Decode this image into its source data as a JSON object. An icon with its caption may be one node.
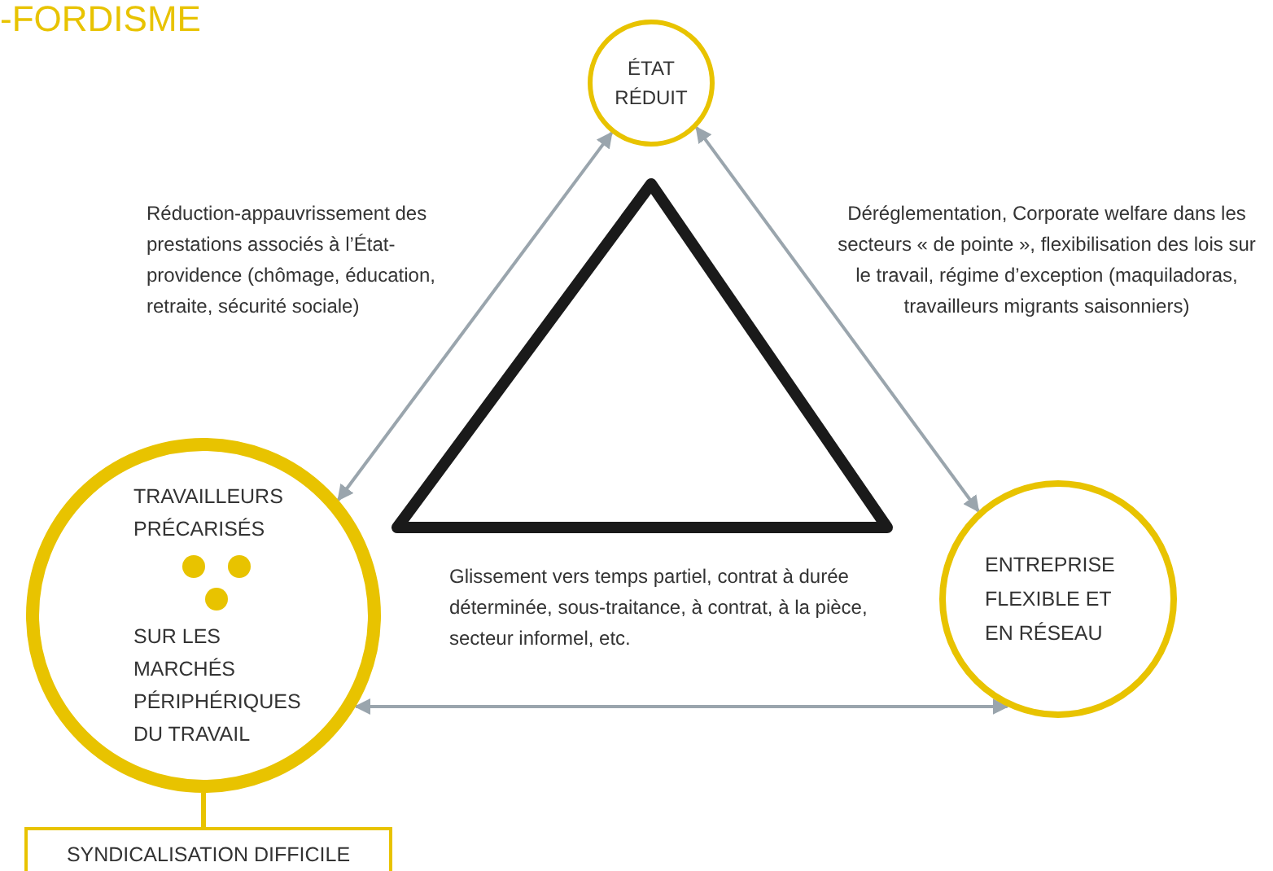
{
  "diagram": {
    "title": "-FORDISME",
    "nodes": [
      {
        "text": [
          "ÉTAT RÉDUIT"
        ]
      },
      {
        "text": [
          "TRAVAILLEURS PRÉCARISÉS",
          "SUR LES MARCHÉS PÉRIPHÉRIQUES DU TRAVAIL"
        ]
      },
      {
        "text": [
          "ENTREPRISE FLEXIBLE ET EN RÉSEAU"
        ]
      },
      {
        "text": [
          "SYNDICALISATION DIFFICILE"
        ]
      }
    ],
    "edges": [
      {
        "from": 0,
        "to": 1,
        "arrow": "both",
        "label": "Réduction-appauvrissement des prestations associés à l’État-providence (chômage, éducation, retraite, sécurité sociale)"
      },
      {
        "from": 0,
        "to": 2,
        "arrow": "both",
        "label": "Déréglementation, Corporate welfare dans les secteurs « de pointe », flexibilisation des lois sur le travail, régime d’exception (maquiladoras, travailleurs migrants saisonniers)"
      },
      {
        "from": 1,
        "to": 2,
        "arrow": "both",
        "label": "Glissement vers temps partiel, contrat à durée déterminée, sous-traitance, à contrat, à la pièce, secteur informel, etc."
      },
      {
        "from": 1,
        "to": 3,
        "arrow": "none",
        "color": "#e8c300"
      }
    ]
  }
}
